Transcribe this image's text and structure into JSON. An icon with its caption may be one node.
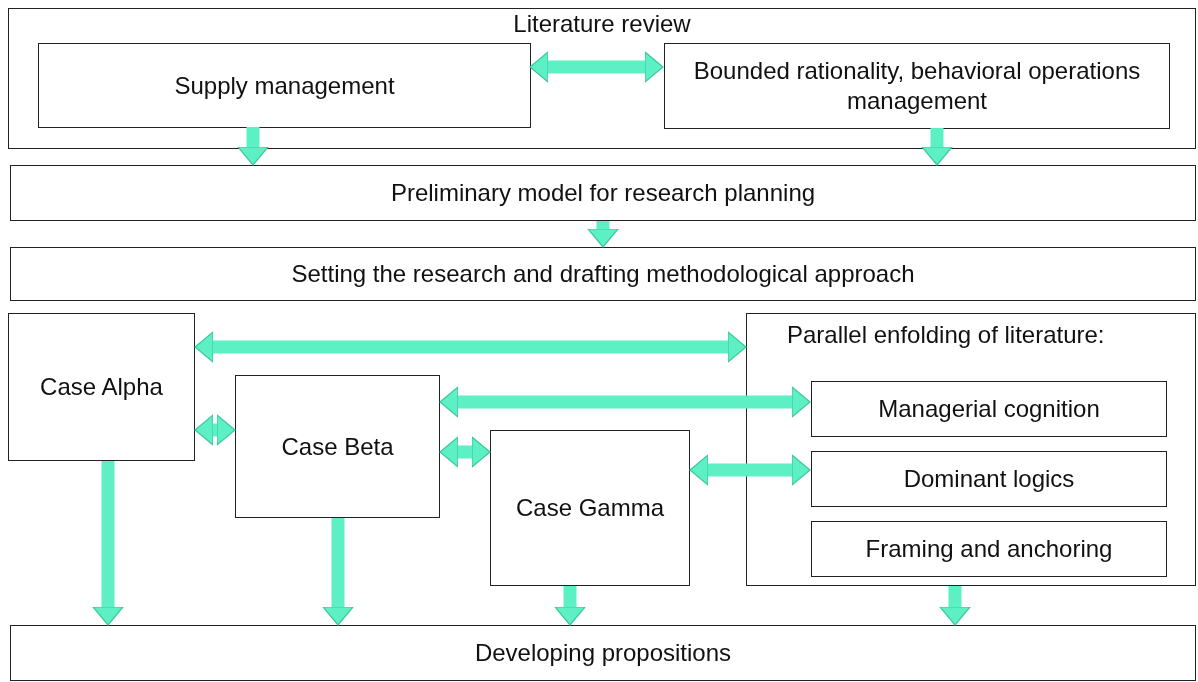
{
  "diagram": {
    "nodes": [
      {
        "text": [
          "Literature review"
        ]
      },
      {
        "text": [
          "Supply management"
        ],
        "in": 0
      },
      {
        "text": [
          "Bounded rationality, behavioral operations management"
        ],
        "in": 0
      },
      {
        "text": [
          "Preliminary model for research planning"
        ]
      },
      {
        "text": [
          "Setting the research and drafting methodological approach"
        ]
      },
      {
        "text": [
          "Case Alpha"
        ]
      },
      {
        "text": [
          "Case Beta"
        ]
      },
      {
        "text": [
          "Case Gamma"
        ]
      },
      {
        "text": [
          "Parallel enfolding of literature:"
        ]
      },
      {
        "text": [
          "Managerial cognition"
        ],
        "in": 8
      },
      {
        "text": [
          "Dominant logics"
        ],
        "in": 8
      },
      {
        "text": [
          "Framing and anchoring"
        ],
        "in": 8
      },
      {
        "text": [
          "Developing propositions"
        ]
      }
    ],
    "edges": [
      {
        "from": 1,
        "to": 2,
        "arrow": "both"
      },
      {
        "from": 1,
        "to": 3,
        "arrow": "to"
      },
      {
        "from": 2,
        "to": 3,
        "arrow": "to"
      },
      {
        "from": 3,
        "to": 4,
        "arrow": "to"
      },
      {
        "from": 5,
        "to": 8,
        "arrow": "both"
      },
      {
        "from": 5,
        "to": 6,
        "arrow": "both"
      },
      {
        "from": 6,
        "to": 9,
        "arrow": "both"
      },
      {
        "from": 6,
        "to": 7,
        "arrow": "both"
      },
      {
        "from": 7,
        "to": 10,
        "arrow": "both"
      },
      {
        "from": 5,
        "to": 12,
        "arrow": "to"
      },
      {
        "from": 6,
        "to": 12,
        "arrow": "to"
      },
      {
        "from": 7,
        "to": 12,
        "arrow": "to"
      },
      {
        "from": 8,
        "to": 12,
        "arrow": "to"
      }
    ]
  }
}
